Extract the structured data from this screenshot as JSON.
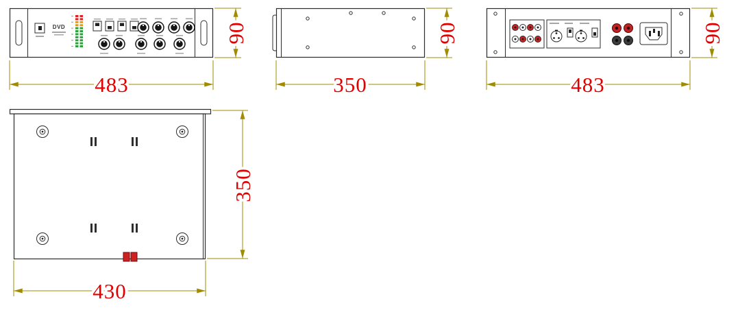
{
  "dimensions": {
    "front_width": "483",
    "front_height": "90",
    "side_depth": "350",
    "side_height": "90",
    "rear_width": "483",
    "rear_height": "90",
    "bottom_depth": "350",
    "bottom_width": "430"
  },
  "front_panel": {
    "brand": "DVD"
  },
  "colors": {
    "outline": "#2b2b2b",
    "dimension_line": "#a08c00",
    "dimension_text": "#e10000",
    "led_red": "#dd2222",
    "led_amber": "#ee9900",
    "led_green": "#2ba33a",
    "connector_red": "#cc2222"
  }
}
